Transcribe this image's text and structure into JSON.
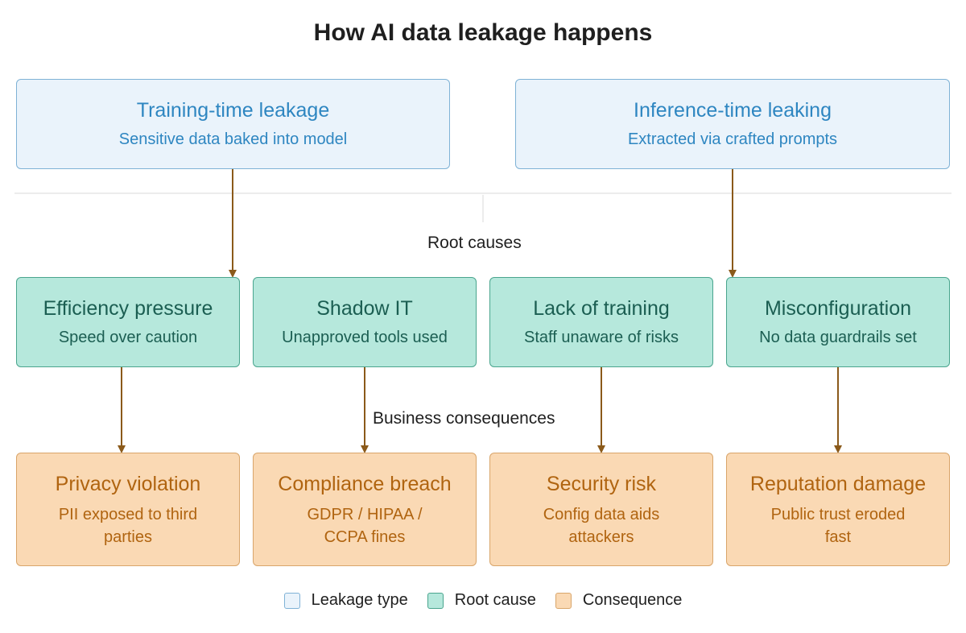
{
  "title": "How AI data leakage happens",
  "leakage_types": [
    {
      "title": "Training-time leakage",
      "subtitle": "Sensitive data baked into model"
    },
    {
      "title": "Inference-time leaking",
      "subtitle": "Extracted via crafted prompts"
    }
  ],
  "root_causes_label": "Root causes",
  "root_causes": [
    {
      "title": "Efficiency pressure",
      "subtitle": "Speed over caution"
    },
    {
      "title": "Shadow IT",
      "subtitle": "Unapproved tools used"
    },
    {
      "title": "Lack of training",
      "subtitle": "Staff unaware of risks"
    },
    {
      "title": "Misconfiguration",
      "subtitle": "No data guardrails set"
    }
  ],
  "consequences_label": "Business consequences",
  "consequences": [
    {
      "title": "Privacy violation",
      "line1": "PII exposed to third",
      "line2": "parties"
    },
    {
      "title": "Compliance breach",
      "line1": "GDPR / HIPAA /",
      "line2": "CCPA fines"
    },
    {
      "title": "Security risk",
      "line1": "Config data aids",
      "line2": "attackers"
    },
    {
      "title": "Reputation damage",
      "line1": "Public trust eroded",
      "line2": "fast"
    }
  ],
  "legend": [
    {
      "label": "Leakage type",
      "color": "#eaf3fb",
      "border": "#7fb2d6"
    },
    {
      "label": "Root cause",
      "color": "#b6e8dc",
      "border": "#4aa58e"
    },
    {
      "label": "Consequence",
      "color": "#fad9b4",
      "border": "#d9a56a"
    }
  ],
  "colors": {
    "arrow": "#8b5a1a",
    "leakage_text": "#2e86c1",
    "root_text": "#1b5e52",
    "consequence_text": "#b06410"
  }
}
